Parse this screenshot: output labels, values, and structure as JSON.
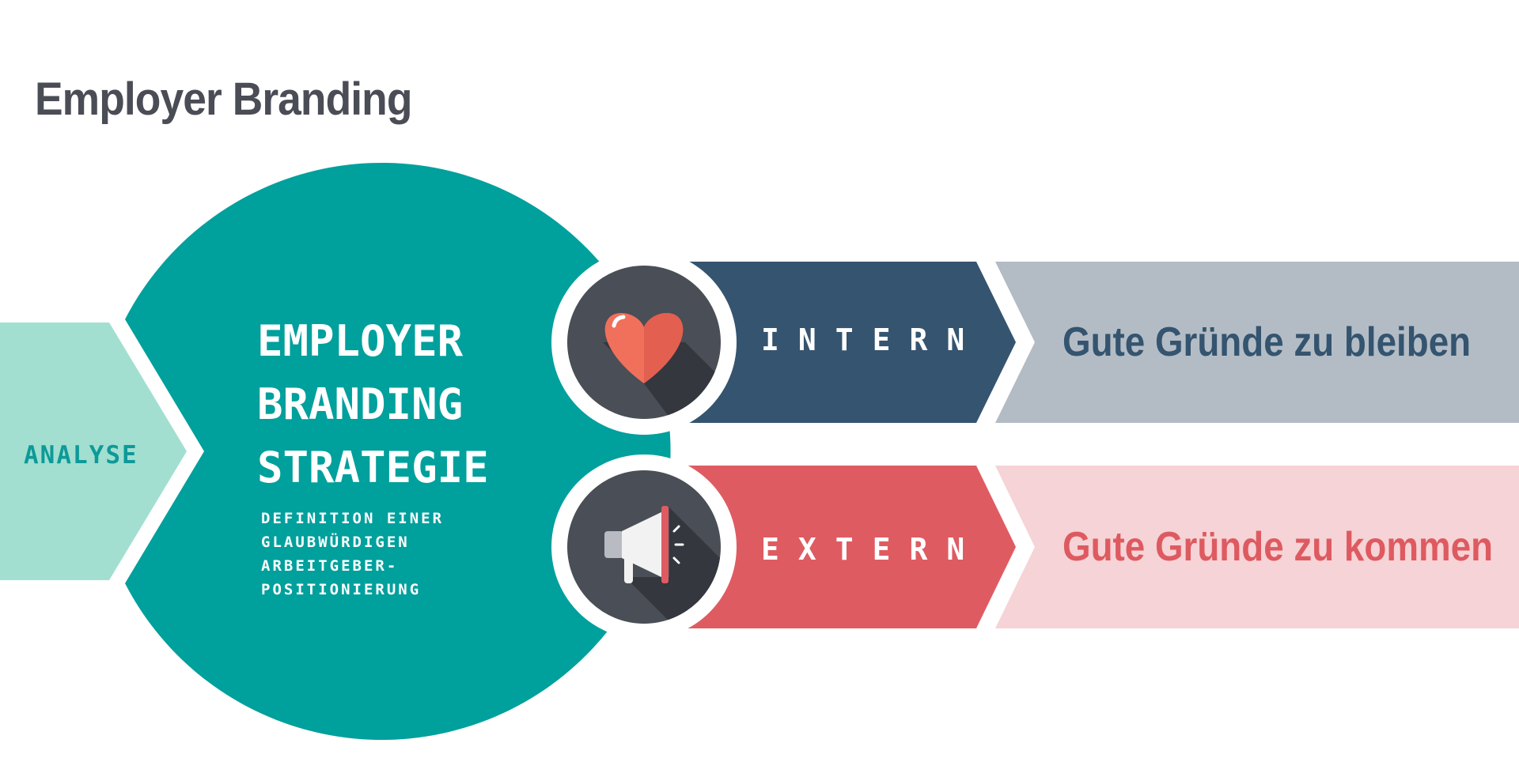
{
  "title": "Employer Branding",
  "analyse": {
    "label": "ANALYSE"
  },
  "strategy": {
    "title": "EMPLOYER BRANDING STRATEGIE",
    "subtitle": "DEFINITION EINER GLAUBWÜRDIGEN ARBEITGEBER-POSITIONIERUNG"
  },
  "branches": [
    {
      "id": "intern",
      "label": "INTERN",
      "reason": "Gute Gründe zu bleiben",
      "icon": "heart-icon"
    },
    {
      "id": "extern",
      "label": "EXTERN",
      "reason": "Gute Gründe zu kommen",
      "icon": "megaphone-icon"
    }
  ],
  "colors": {
    "teal": "#00a09d",
    "teal_dark_text": "#0d9a98",
    "mint": "#a2dfd1",
    "navy": "#35546f",
    "grey_band": "#b3bcc5",
    "coral": "#df5b62",
    "pink_band": "#f5d3d6",
    "icon_bg": "#4a4e56",
    "heart": "#f0705c"
  }
}
